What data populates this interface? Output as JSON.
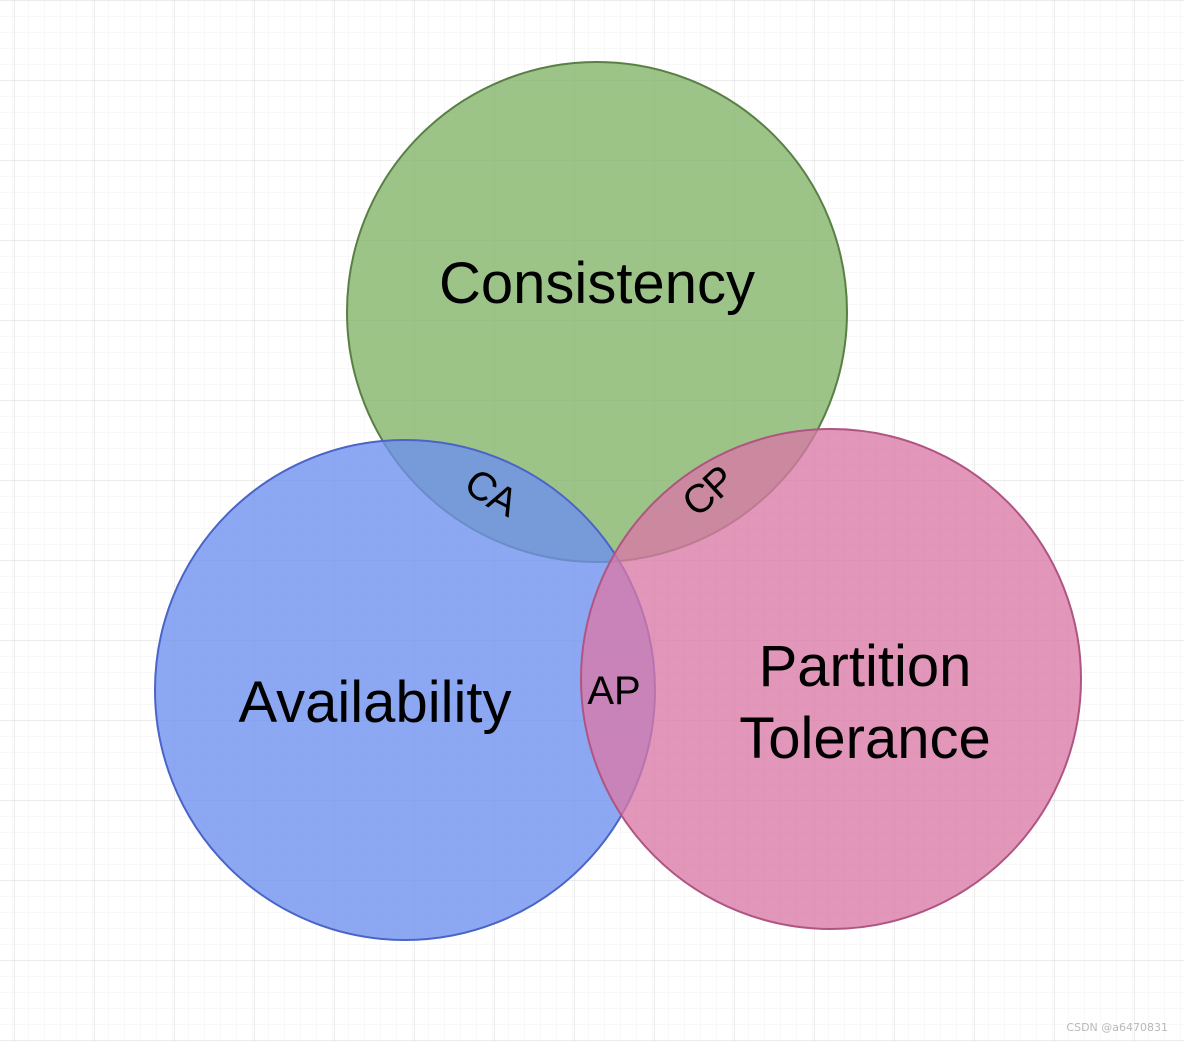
{
  "diagram": {
    "circles": [
      {
        "id": "consistency",
        "label": "Consistency",
        "fill": "#82b366",
        "stroke": "#5a7f45"
      },
      {
        "id": "availability",
        "label": "Availability",
        "fill": "#6d8ff0",
        "stroke": "#4a64c8"
      },
      {
        "id": "partition",
        "label_line1": "Partition",
        "label_line2": "Tolerance",
        "fill": "#d978a6",
        "stroke": "#b05581"
      }
    ],
    "intersections": {
      "ca": "CA",
      "cp": "CP",
      "ap": "AP"
    }
  },
  "watermark": "CSDN @a6470831"
}
